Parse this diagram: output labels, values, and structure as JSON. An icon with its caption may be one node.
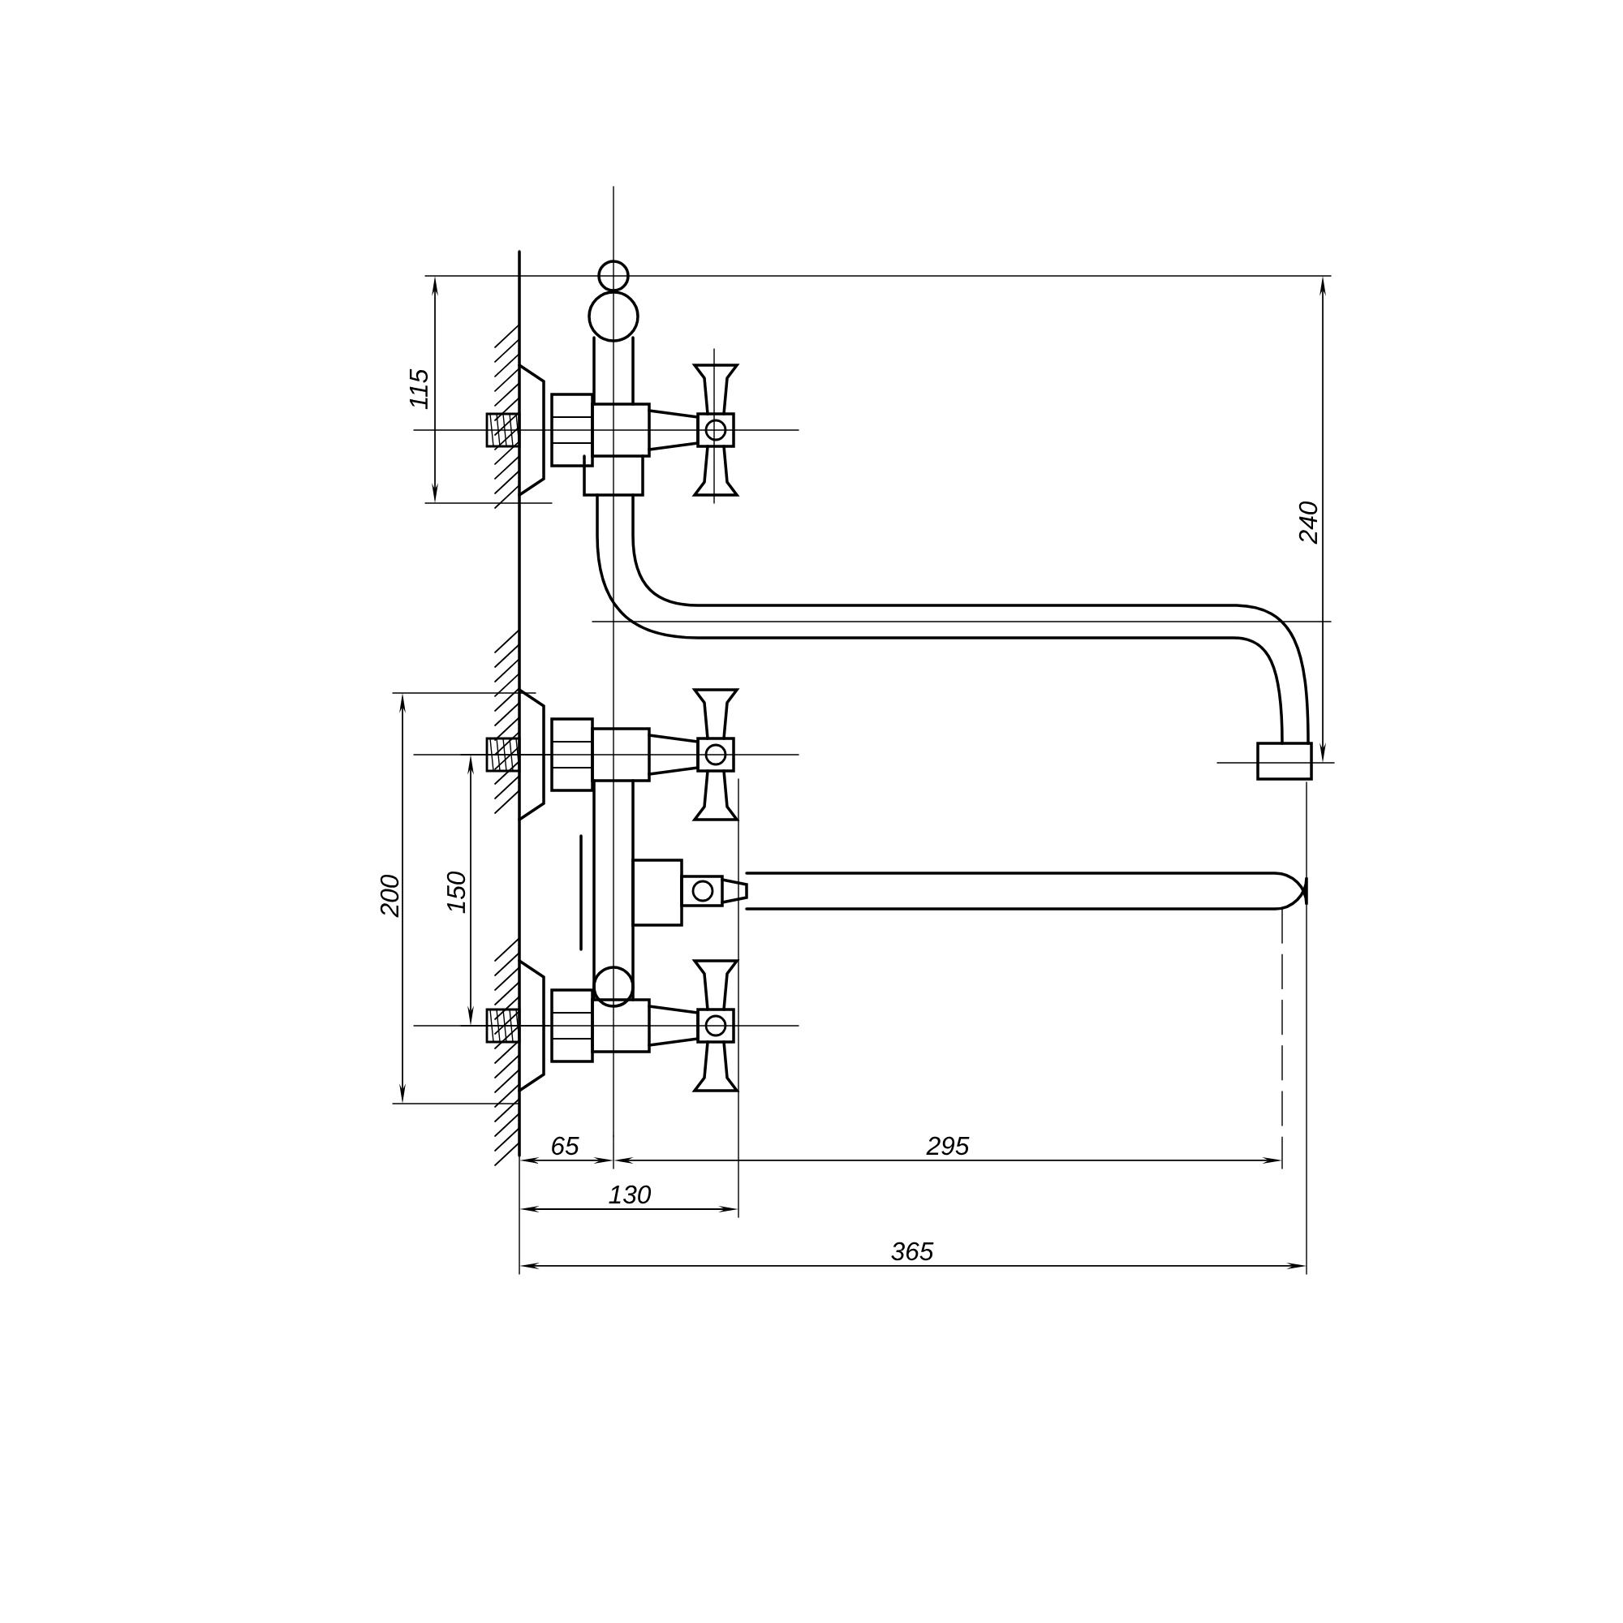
{
  "diagram": {
    "labels": [
      "115",
      "240",
      "200",
      "150",
      "65",
      "295",
      "130",
      "365"
    ]
  }
}
